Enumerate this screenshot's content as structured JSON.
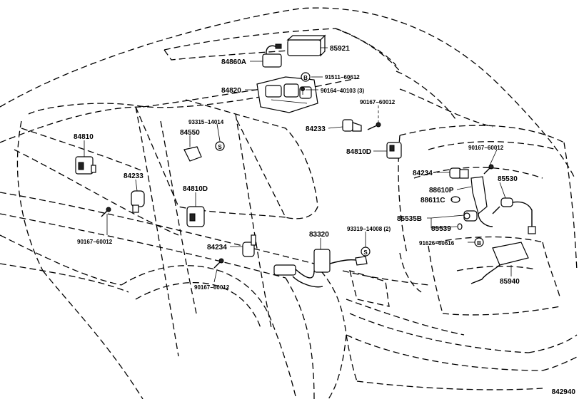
{
  "diagram_id": "842940",
  "parts": [
    {
      "key": "p85921",
      "label": "85921"
    },
    {
      "key": "p84860a",
      "label": "84860A"
    },
    {
      "key": "p91511",
      "label": "91511−60612"
    },
    {
      "key": "p84820",
      "label": "84820"
    },
    {
      "key": "p90164",
      "label": "90164−40103 (3)"
    },
    {
      "key": "p90167a",
      "label": "90167−60012"
    },
    {
      "key": "p93315",
      "label": "93315−14014"
    },
    {
      "key": "p84233a",
      "label": "84233"
    },
    {
      "key": "p84810",
      "label": "84810"
    },
    {
      "key": "p84550",
      "label": "84550"
    },
    {
      "key": "p84810d_r",
      "label": "84810D"
    },
    {
      "key": "p90167b",
      "label": "90167−60012"
    },
    {
      "key": "p84233b",
      "label": "84233"
    },
    {
      "key": "p84234a",
      "label": "84234"
    },
    {
      "key": "p85530",
      "label": "85530"
    },
    {
      "key": "p84810d_c",
      "label": "84810D"
    },
    {
      "key": "p88610p",
      "label": "88610P"
    },
    {
      "key": "p88611c",
      "label": "88611C"
    },
    {
      "key": "p85535b",
      "label": "85535B"
    },
    {
      "key": "p85539",
      "label": "85539"
    },
    {
      "key": "p90167c",
      "label": "90167−60012"
    },
    {
      "key": "p93319",
      "label": "93319−14008 (2)"
    },
    {
      "key": "p83320",
      "label": "83320"
    },
    {
      "key": "p84234b",
      "label": "84234"
    },
    {
      "key": "p91626",
      "label": "91626−60616"
    },
    {
      "key": "p90167d",
      "label": "90167−60012"
    },
    {
      "key": "p85940",
      "label": "85940"
    }
  ],
  "symbols": {
    "s_sym": "S",
    "b_sym": "B"
  }
}
